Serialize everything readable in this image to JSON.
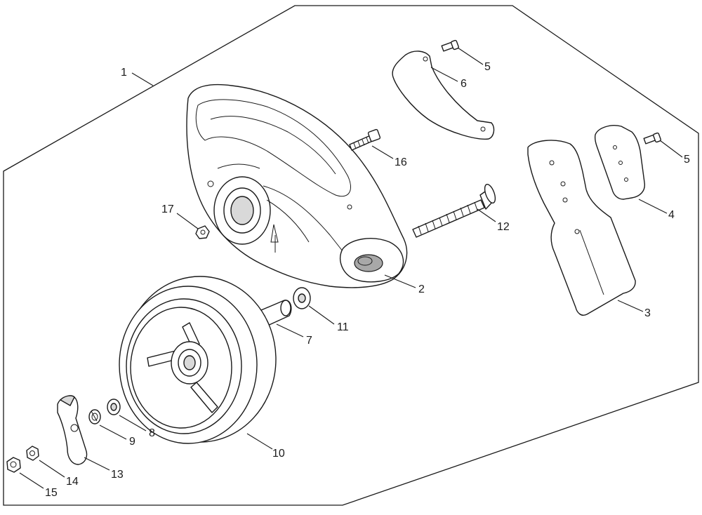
{
  "diagram": {
    "callouts": [
      {
        "id": "c1",
        "label": "1"
      },
      {
        "id": "c2",
        "label": "2"
      },
      {
        "id": "c3",
        "label": "3"
      },
      {
        "id": "c4",
        "label": "4"
      },
      {
        "id": "c5a",
        "label": "5"
      },
      {
        "id": "c5b",
        "label": "5"
      },
      {
        "id": "c6",
        "label": "6"
      },
      {
        "id": "c7",
        "label": "7"
      },
      {
        "id": "c8",
        "label": "8"
      },
      {
        "id": "c9",
        "label": "9"
      },
      {
        "id": "c10",
        "label": "10"
      },
      {
        "id": "c11",
        "label": "11"
      },
      {
        "id": "c12",
        "label": "12"
      },
      {
        "id": "c13",
        "label": "13"
      },
      {
        "id": "c14",
        "label": "14"
      },
      {
        "id": "c15",
        "label": "15"
      },
      {
        "id": "c16",
        "label": "16"
      },
      {
        "id": "c17",
        "label": "17"
      }
    ]
  }
}
